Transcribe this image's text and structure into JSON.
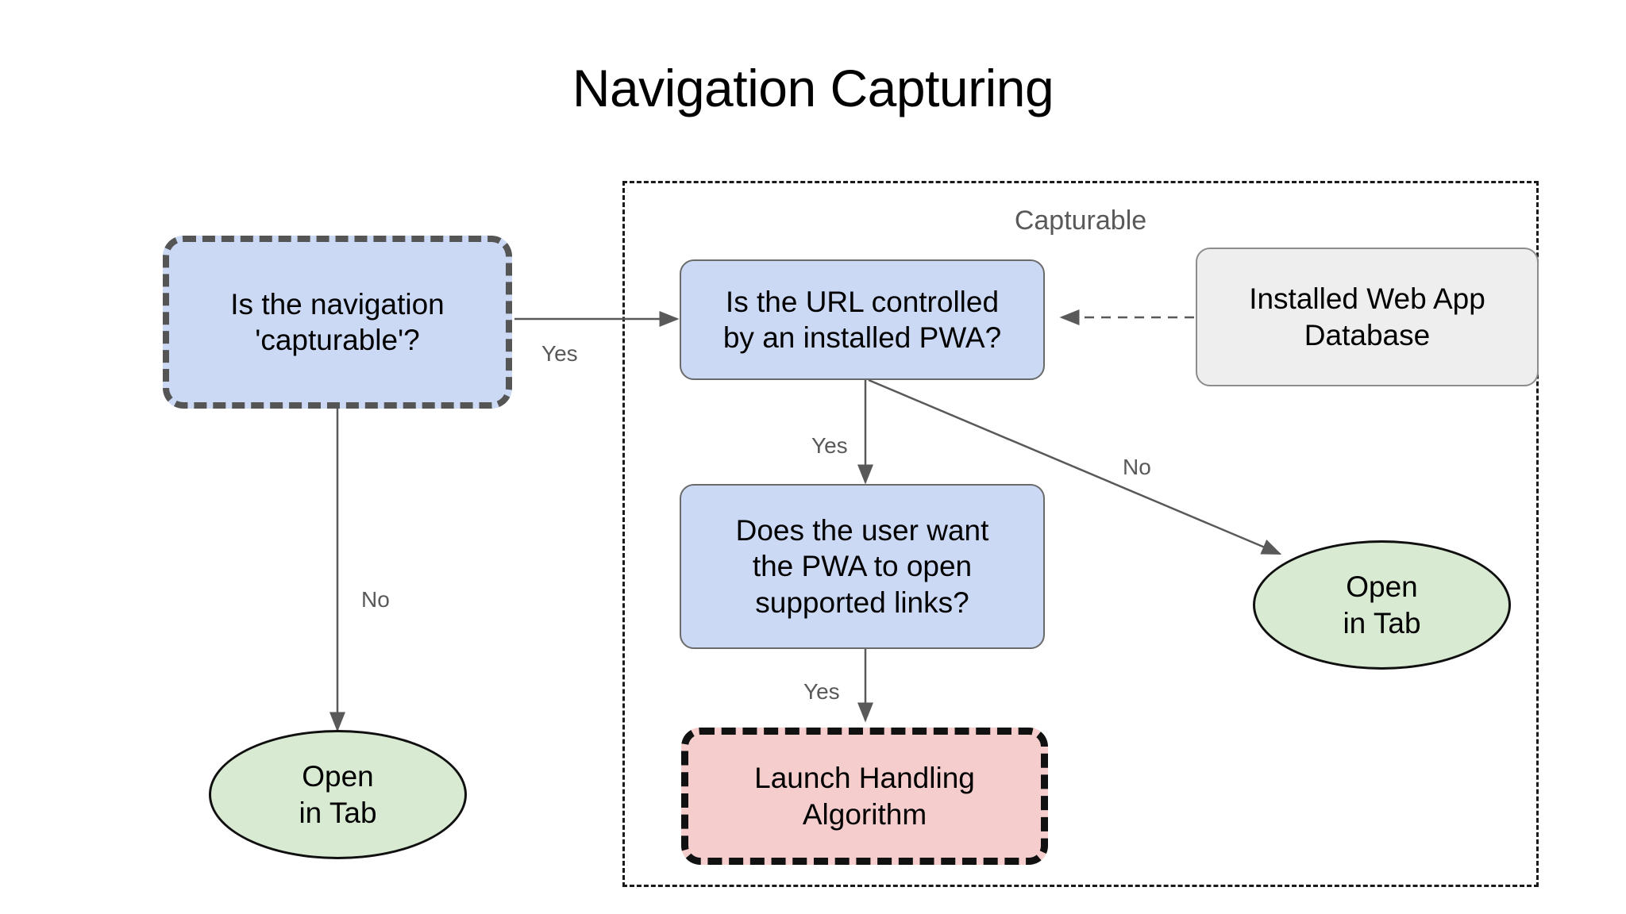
{
  "title": "Navigation Capturing",
  "colors": {
    "background": "#ffffff",
    "decision_fill": "#ccd9f5",
    "decision_stroke": "#6a6a6a",
    "entry_stroke": "#555555",
    "datastore_fill": "#eeeeee",
    "datastore_stroke": "#8c8c8c",
    "terminal_fill": "#d9ead3",
    "terminal_stroke": "#101010",
    "algorithm_fill": "#f5cdcd",
    "algorithm_stroke": "#111111",
    "edge_stroke": "#595959",
    "group_stroke": "#1a1a1a",
    "label_text": "#595959",
    "node_text": "#000000"
  },
  "group": {
    "label": "Capturable"
  },
  "nodes": [
    {
      "id": "is-navigation-capturable",
      "label": "Is the navigation\n'capturable'?",
      "shape": "rounded-rect",
      "style": "dashed-blue"
    },
    {
      "id": "is-url-controlled-by-pwa",
      "label": "Is the URL controlled\nby an installed PWA?",
      "shape": "rounded-rect",
      "style": "solid-blue"
    },
    {
      "id": "installed-web-app-database",
      "label": "Installed Web App\nDatabase",
      "shape": "rounded-rect",
      "style": "solid-gray"
    },
    {
      "id": "does-user-want-pwa-open-links",
      "label": "Does the user want\nthe PWA to open\nsupported links?",
      "shape": "rounded-rect",
      "style": "solid-blue"
    },
    {
      "id": "launch-handling-algorithm",
      "label": "Launch Handling\nAlgorithm",
      "shape": "rounded-rect",
      "style": "dashed-pink"
    },
    {
      "id": "open-in-tab-left",
      "label": "Open\nin Tab",
      "shape": "ellipse",
      "style": "green"
    },
    {
      "id": "open-in-tab-right",
      "label": "Open\nin Tab",
      "shape": "ellipse",
      "style": "green"
    }
  ],
  "edges": [
    {
      "id": "capturable-yes",
      "from": "is-navigation-capturable",
      "to": "is-url-controlled-by-pwa",
      "label": "Yes",
      "style": "solid"
    },
    {
      "id": "capturable-no",
      "from": "is-navigation-capturable",
      "to": "open-in-tab-left",
      "label": "No",
      "style": "solid"
    },
    {
      "id": "url-yes",
      "from": "is-url-controlled-by-pwa",
      "to": "does-user-want-pwa-open-links",
      "label": "Yes",
      "style": "solid"
    },
    {
      "id": "url-no",
      "from": "is-url-controlled-by-pwa",
      "to": "open-in-tab-right",
      "label": "No",
      "style": "solid"
    },
    {
      "id": "user-want-yes",
      "from": "does-user-want-pwa-open-links",
      "to": "launch-handling-algorithm",
      "label": "Yes",
      "style": "solid"
    },
    {
      "id": "database-lookup",
      "from": "installed-web-app-database",
      "to": "is-url-controlled-by-pwa",
      "label": "",
      "style": "dashed"
    }
  ]
}
